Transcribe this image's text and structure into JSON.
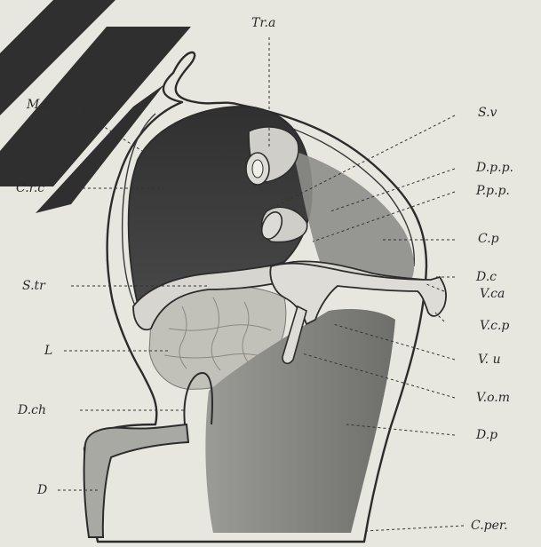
{
  "figure": {
    "labels": {
      "Tr_a": "Tr.a",
      "M_r": "M.r",
      "S_v": "S.v",
      "D_p_p": "D.p.p.",
      "C_r_c": "C.r.c",
      "P_p_p": "P.p.p.",
      "C_p": "C.p",
      "S_tr": "S.tr",
      "D_c": "D.c",
      "V_ca": "V.ca",
      "V_c_p": "V.c.p",
      "L": "L",
      "V_u": "V. u",
      "V_o_m": "V.o.m",
      "D_ch": "D.ch",
      "D_p": "D.p",
      "D": "D",
      "C_per": "C.per."
    },
    "colors": {
      "background": "#e7e6df",
      "watermark": "#1c1c1c",
      "dark_cavity": "#3b3b3b",
      "mid_tissue": "#7b7b7b",
      "light_tissue": "#b9b9b3",
      "vessel": "#d9d8d2"
    }
  }
}
